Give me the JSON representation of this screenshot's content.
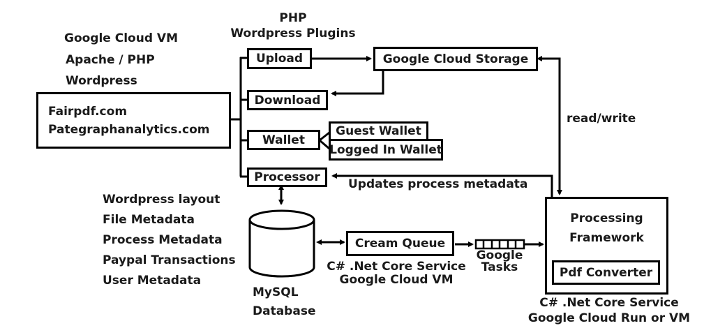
{
  "diagram": {
    "labels": {
      "php_plugins_line1": "PHP",
      "php_plugins_line2": "Wordpress Plugins",
      "web_stack": [
        "Google Cloud VM",
        "Apache / PHP",
        "Wordpress"
      ],
      "db_contents": [
        "Wordpress layout",
        "File Metadata",
        "Process Metadata",
        "Paypal Transactions",
        "User Metadata"
      ],
      "db_name_line1": "MySQL",
      "db_name_line2": "Database",
      "read_write": "read/write",
      "updates_metadata": "Updates process metadata",
      "queue_service_line1": "C# .Net Core Service",
      "queue_service_line2": "Google Cloud VM",
      "google_tasks_line1": "Google",
      "google_tasks_line2": "Tasks",
      "framework_service_line1": "C# .Net Core Service",
      "framework_service_line2": "Google Cloud Run or VM"
    },
    "nodes": {
      "sites_line1": "Fairpdf.com",
      "sites_line2": "Pategraphanalytics.com",
      "upload": "Upload",
      "download": "Download",
      "wallet": "Wallet",
      "processor": "Processor",
      "guest_wallet": "Guest Wallet",
      "logged_in_wallet": "Logged In Wallet",
      "cloud_storage": "Google Cloud Storage",
      "cream_queue": "Cream Queue",
      "processing_framework_line1": "Processing",
      "processing_framework_line2": "Framework",
      "pdf_converter": "Pdf Converter"
    },
    "edges": [
      {
        "from": "sites",
        "to": "upload"
      },
      {
        "from": "sites",
        "to": "download"
      },
      {
        "from": "sites",
        "to": "wallet"
      },
      {
        "from": "sites",
        "to": "processor"
      },
      {
        "from": "upload",
        "to": "cloud_storage"
      },
      {
        "from": "cloud_storage",
        "to": "download"
      },
      {
        "from": "wallet",
        "to": "guest_wallet"
      },
      {
        "from": "wallet",
        "to": "logged_in_wallet"
      },
      {
        "from": "processing_framework",
        "to": "processor",
        "label": "Updates process metadata"
      },
      {
        "from": "processing_framework",
        "to": "cloud_storage",
        "label": "read/write",
        "bidirectional": true
      },
      {
        "from": "processor",
        "to": "mysql_database",
        "bidirectional": true
      },
      {
        "from": "mysql_database",
        "to": "cream_queue",
        "bidirectional": true
      },
      {
        "from": "cream_queue",
        "to": "google_tasks"
      },
      {
        "from": "google_tasks",
        "to": "processing_framework"
      }
    ]
  }
}
